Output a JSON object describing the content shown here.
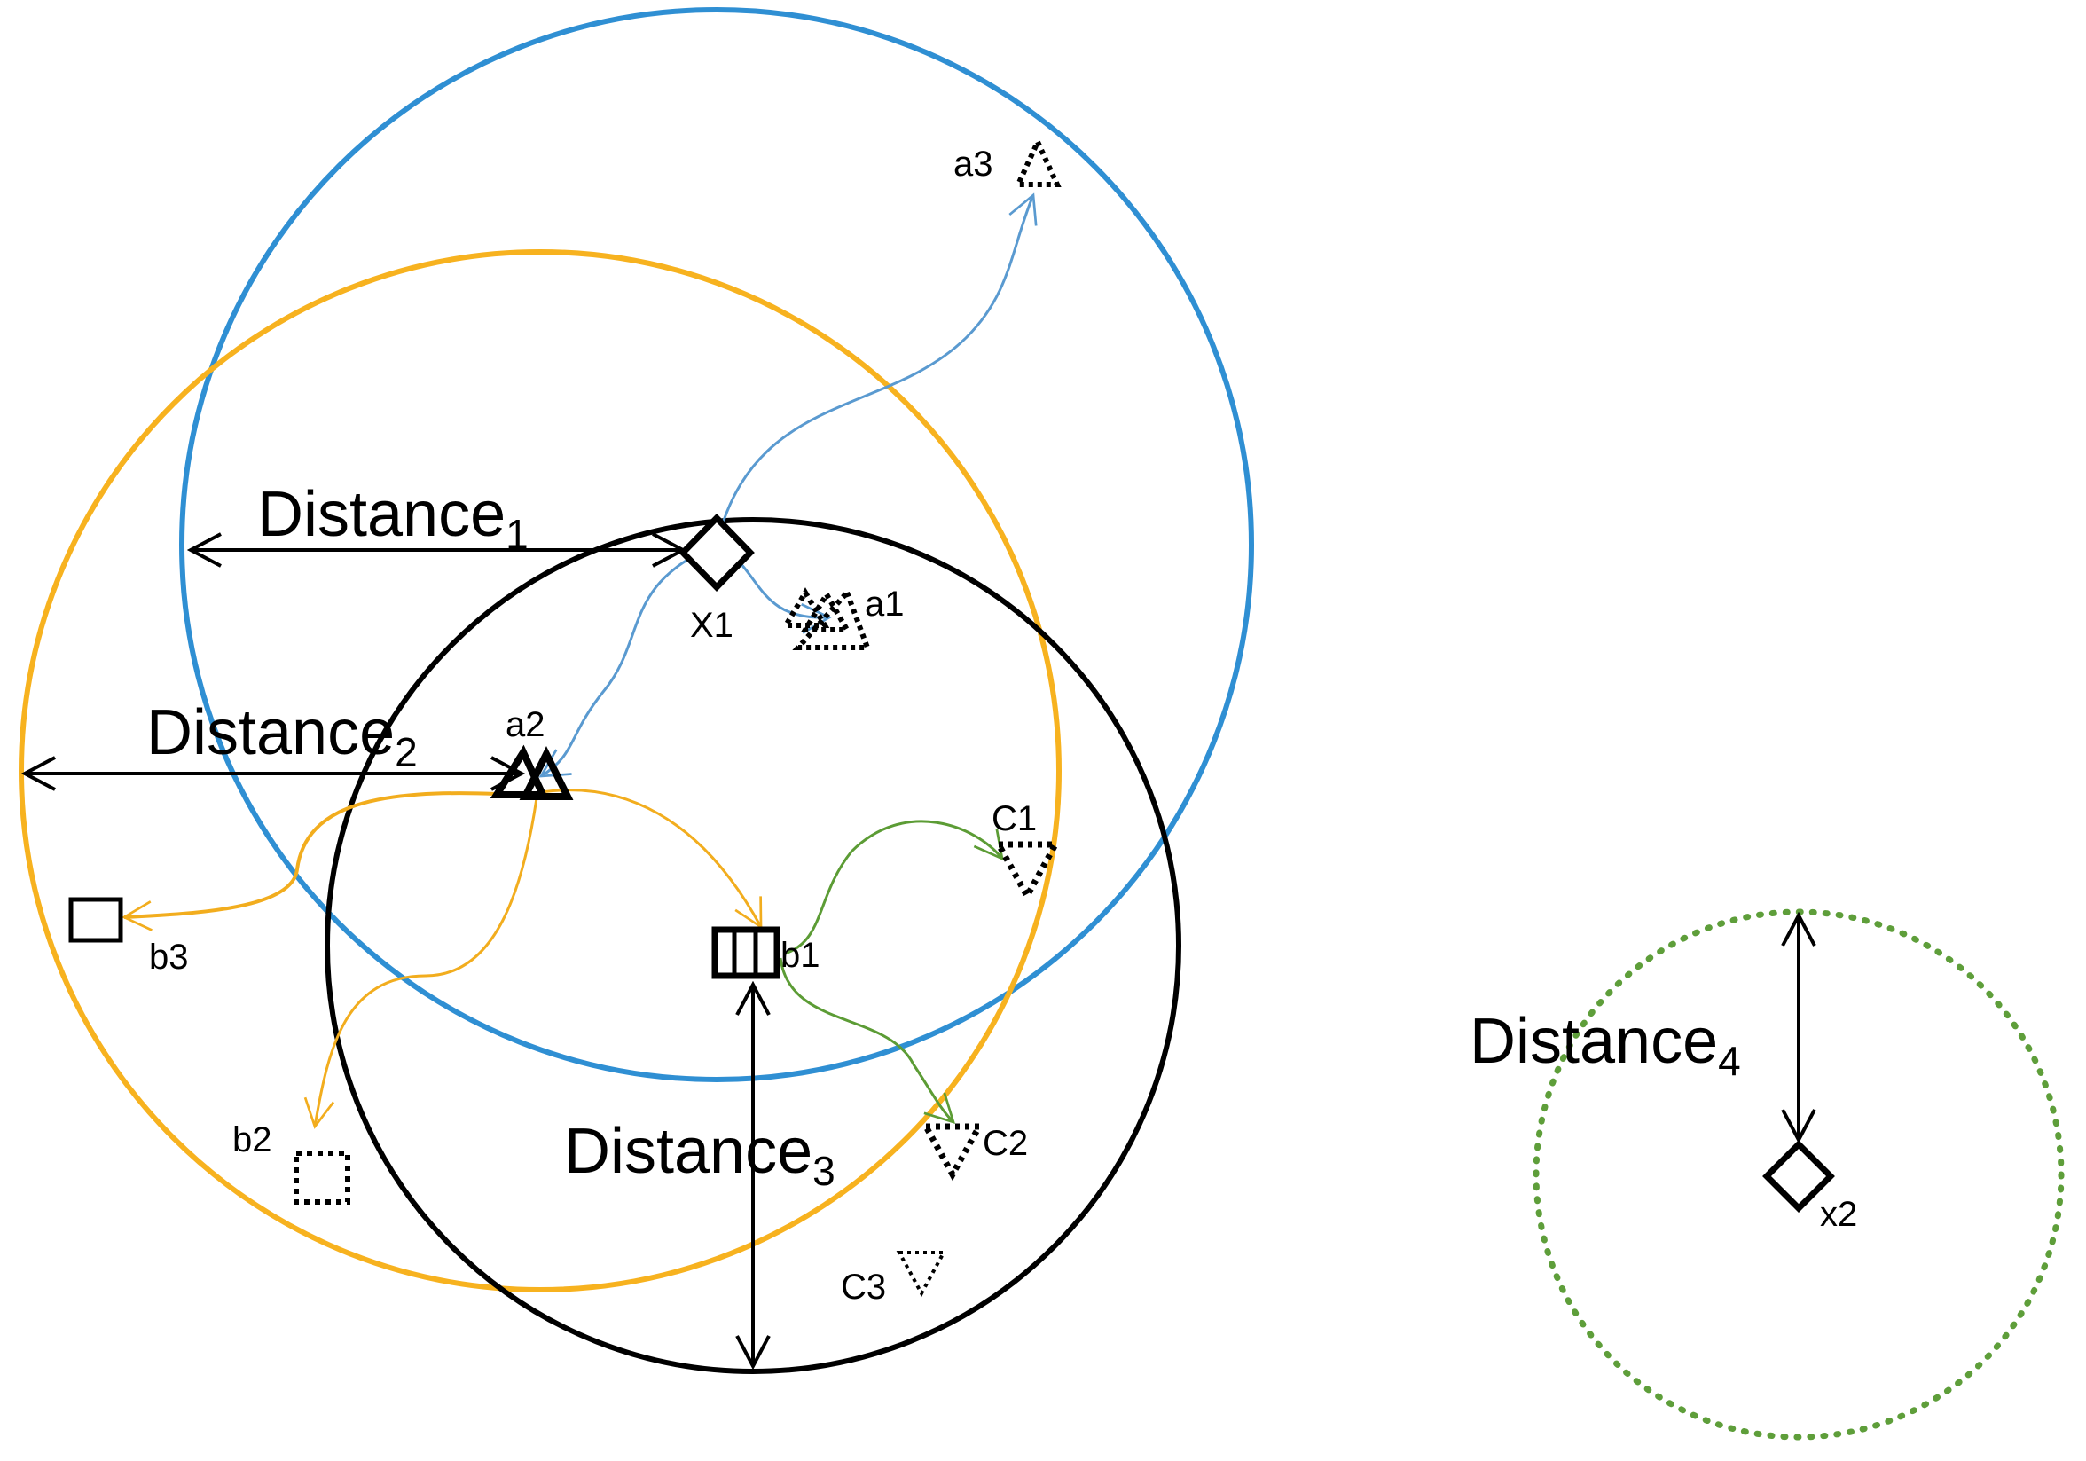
{
  "colors": {
    "blue": "#2f8fd3",
    "orange": "#f7b21f",
    "black": "#000000",
    "green": "#4d9a2e",
    "green_dotted": "#5e9e3a",
    "blue_arrow": "#5a9ad0",
    "orange_arrow": "#f2ad1e",
    "green_arrow": "#5c9c35"
  },
  "distances": {
    "d1": {
      "text": "Distance",
      "sub": "1"
    },
    "d2": {
      "text": "Distance",
      "sub": "2"
    },
    "d3": {
      "text": "Distance",
      "sub": "3"
    },
    "d4": {
      "text": "Distance",
      "sub": "4"
    }
  },
  "nodes": {
    "x1": "X1",
    "x2": "x2",
    "a1": "a1",
    "a2": "a2",
    "a3": "a3",
    "b1": "b1",
    "b2": "b2",
    "b3": "b3",
    "c1": "C1",
    "c2": "C2",
    "c3": "C3"
  },
  "icons": {
    "x1": "diamond-icon",
    "x2": "diamond-icon",
    "a1": "dotted-triangle-cluster-icon",
    "a2": "double-triangle-icon",
    "a3": "dotted-triangle-icon",
    "b1": "double-square-icon",
    "b2": "dotted-square-icon",
    "b3": "square-icon",
    "c1": "dotted-inverted-triangle-icon",
    "c2": "dotted-inverted-triangle-icon",
    "c3": "dotted-inverted-triangle-icon"
  }
}
